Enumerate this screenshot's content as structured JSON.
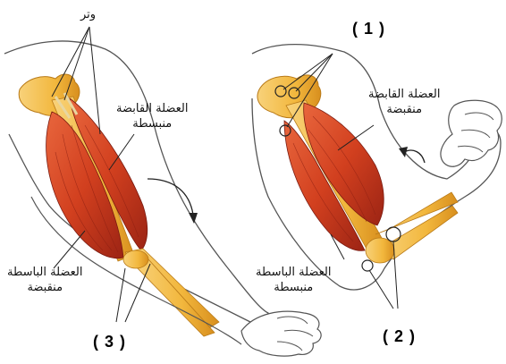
{
  "labels": {
    "tendon": "وتر",
    "left_flexor": [
      "العضلة القابضة",
      "منبسطة"
    ],
    "left_extensor": [
      "العضلة الباسطة",
      "منقبضة"
    ],
    "right_flexor": [
      "العضلة القابضة",
      "منقبضة"
    ],
    "right_extensor": [
      "العضلة الباسطة",
      "منبسطة"
    ]
  },
  "markers": {
    "one": "( 1 )",
    "two": "( 2 )",
    "three": "( 3 )"
  },
  "colors": {
    "muscle": "#d94a2b",
    "muscle_dark": "#a8261a",
    "bone": "#f2b73d",
    "bone_light": "#f8d27a",
    "outline": "#555555"
  }
}
